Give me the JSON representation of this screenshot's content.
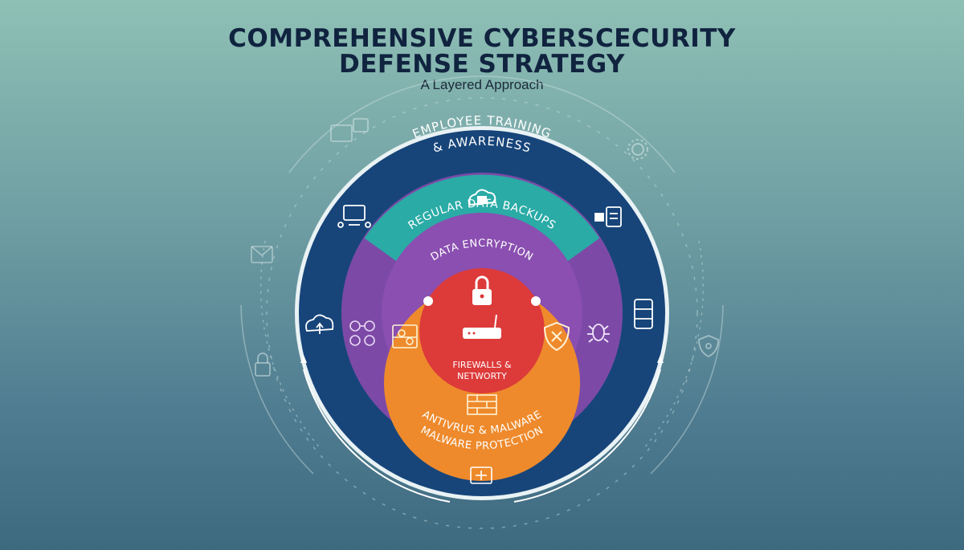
{
  "header": {
    "title_line1": "COMPREHENSIVE CYBERSCECURITY",
    "title_line2": "DEFENSE STRATEGY",
    "subtitle": "A Layered Approach"
  },
  "layers": {
    "employee_training": {
      "line1": "EMPLOYEE TRAINING",
      "line2": "& AWARENESS",
      "color": "#17457a"
    },
    "data_backups": {
      "label": "REGULAR DATA BACKUPS",
      "color": "#2aaba6"
    },
    "antivirus": {
      "line1": "ANTIVRUS & MALWARE",
      "line2": "MALWARE PROTECTION",
      "color": "#7c4aa6"
    },
    "data_encryption": {
      "label": "DATA ENCRYPTION",
      "color": "#8a4fb0"
    },
    "firewalls": {
      "line1": "FIREWALLS &",
      "line2": "NETWORTY",
      "color": "#ee8a2c",
      "core_color": "#dd3a3a"
    }
  },
  "icons": [
    "monitor-icon",
    "users-monitor-icon",
    "cloud-lock-icon",
    "lock-icon",
    "router-icon",
    "document-lock-icon",
    "server-icon",
    "cloud-upload-icon",
    "keys-icon",
    "circuit-icon",
    "shield-x-icon",
    "bug-icon",
    "firewall-brick-icon",
    "flowchart-icon",
    "gear-icon",
    "shield-lock-icon",
    "envelope-icon",
    "padlock-icon"
  ]
}
